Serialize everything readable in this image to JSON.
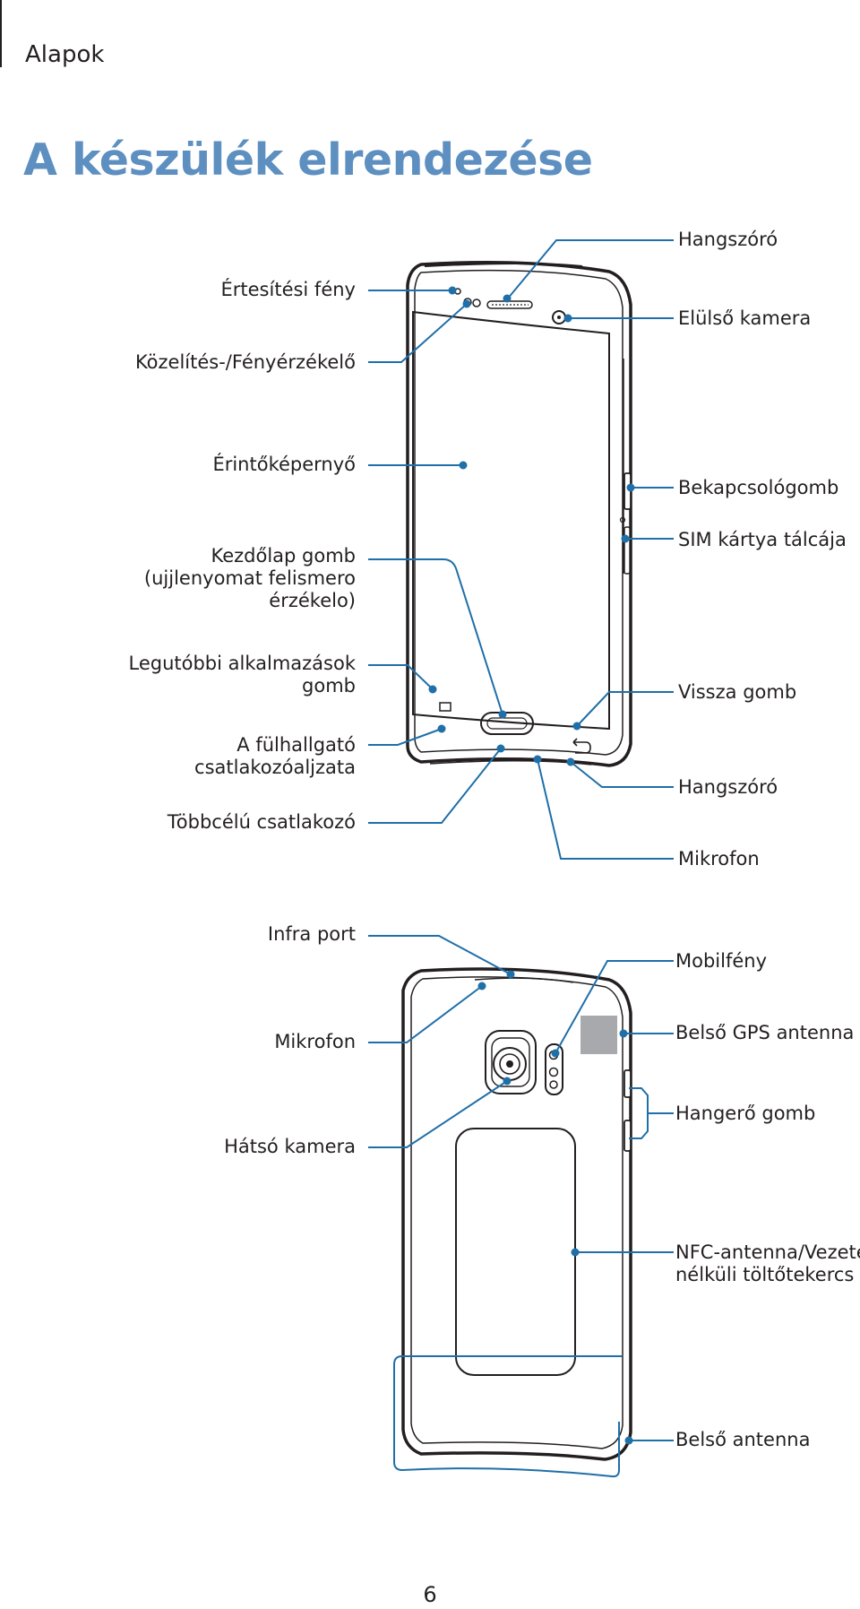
{
  "header": {
    "section": "Alapok"
  },
  "title": "A készülék elrendezése",
  "front_labels": {
    "speaker_top": "Hangszóró",
    "notification_light": "Értesítési fény",
    "front_camera": "Elülső kamera",
    "proximity_sensor": "Közelítés-/Fényérzékelő",
    "touchscreen": "Érintőképernyő",
    "power_key": "Bekapcsológomb",
    "home_key_line1": "Kezdőlap gomb",
    "home_key_line2": "(ujjlenyomat felismero",
    "home_key_line3": "érzékelo)",
    "sim_tray": "SIM kártya tálcája",
    "recent_apps_line1": "Legutóbbi alkalmazások",
    "recent_apps_line2": "gomb",
    "back_key": "Vissza gomb",
    "headset_jack_line1": "A fülhallgató",
    "headset_jack_line2": "csatlakozóaljzata",
    "speaker_bottom": "Hangszóró",
    "multipurpose_jack": "Többcélú csatlakozó",
    "microphone_bottom": "Mikrofon"
  },
  "back_labels": {
    "ir_port": "Infra port",
    "flash": "Mobilfény",
    "microphone_top": "Mikrofon",
    "gps_antenna": "Belső GPS antenna",
    "volume_key": "Hangerő gomb",
    "rear_camera": "Hátsó kamera",
    "nfc_line1": "NFC-antenna/Vezeték",
    "nfc_line2": "nélküli töltőtekercs",
    "main_antenna": "Belső antenna"
  },
  "footer": {
    "page_number": "6"
  },
  "colors": {
    "title": "#5d8fc0",
    "callout": "#1f6fa8",
    "text": "#231f20",
    "gps_patch": "#a7a9ac"
  }
}
